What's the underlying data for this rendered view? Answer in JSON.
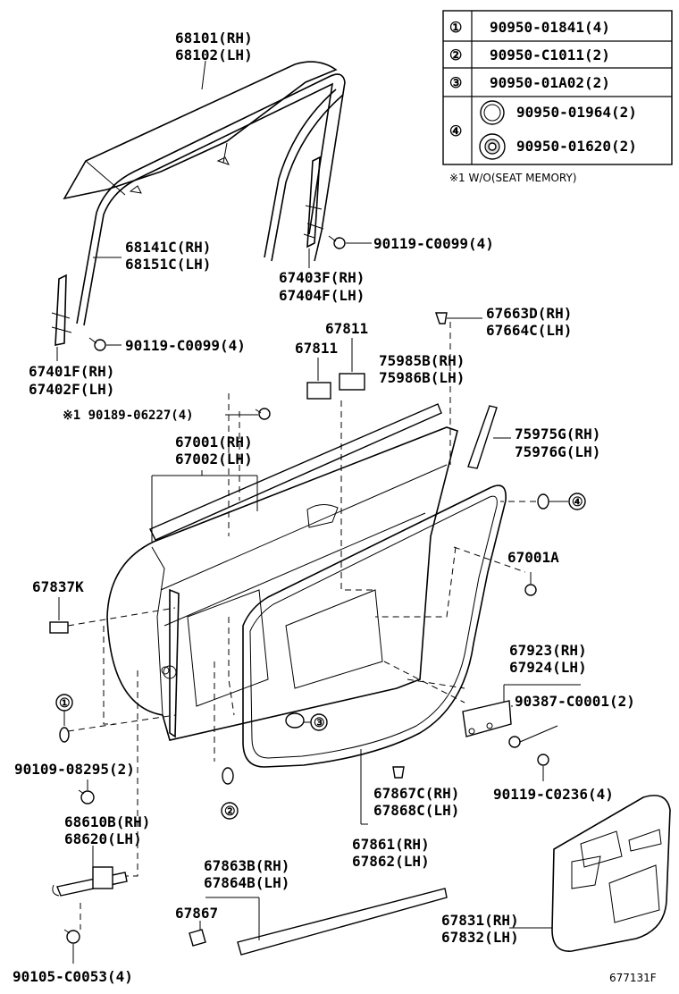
{
  "legend": {
    "rows": [
      {
        "marker": "①",
        "part": "90950-01841(4)"
      },
      {
        "marker": "②",
        "part": "90950-C1011(2)"
      },
      {
        "marker": "③",
        "part": "90950-01A02(2)"
      },
      {
        "marker": "④",
        "part": "90950-01964(2)",
        "part2": "90950-01620(2)"
      }
    ],
    "note": "※1 W/O(SEAT MEMORY)"
  },
  "callouts": {
    "c1": "①",
    "c2": "②",
    "c3": "③",
    "c4": "④"
  },
  "labels": {
    "l68101": "68101(RH)",
    "l68102": "68102(LH)",
    "l68141": "68141C(RH)",
    "l68151": "68151C(LH)",
    "l67403": "67403F(RH)",
    "l67404": "67404F(LH)",
    "l90119a": "90119-C0099(4)",
    "l90119b": "90119-C0099(4)",
    "l67401": "67401F(RH)",
    "l67402": "67402F(LH)",
    "l90189": "※1 90189-06227(4)",
    "l67811a": "67811",
    "l67811b": "67811",
    "l67663": "67663D(RH)",
    "l67664": "67664C(LH)",
    "l75985": "75985B(RH)",
    "l75986": "75986B(LH)",
    "l67001": "67001(RH)",
    "l67002": "67002(LH)",
    "l75975": "75975G(RH)",
    "l75976": "75976G(LH)",
    "l67001a": "67001A",
    "l67837": "67837K",
    "l67923": "67923(RH)",
    "l67924": "67924(LH)",
    "l90387": "90387-C0001(2)",
    "l90109": "90109-08295(2)",
    "l90119c": "90119-C0236(4)",
    "l67867c": "67867C(RH)",
    "l67868c": "67868C(LH)",
    "l68610": "68610B(RH)",
    "l68620": "68620(LH)",
    "l67861": "67861(RH)",
    "l67862": "67862(LH)",
    "l67863": "67863B(RH)",
    "l67864": "67864B(LH)",
    "l67867": "67867",
    "l67831": "67831(RH)",
    "l67832": "67832(LH)",
    "l90105": "90105-C0053(4)",
    "figno": "677131F"
  }
}
